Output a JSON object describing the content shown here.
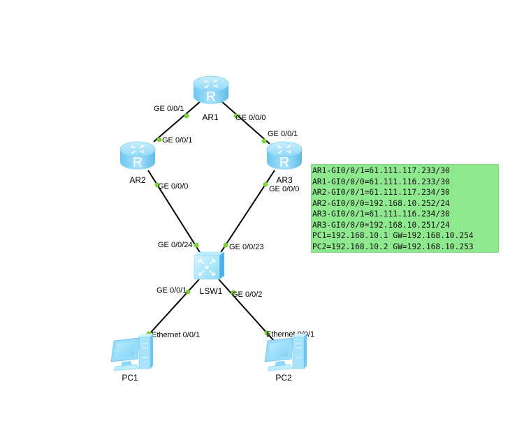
{
  "devices": [
    {
      "id": "AR1",
      "type": "router",
      "label": "AR1"
    },
    {
      "id": "AR2",
      "type": "router",
      "label": "AR2"
    },
    {
      "id": "AR3",
      "type": "router",
      "label": "AR3"
    },
    {
      "id": "LSW1",
      "type": "switch",
      "label": "LSW1"
    },
    {
      "id": "PC1",
      "type": "pc",
      "label": "PC1"
    },
    {
      "id": "PC2",
      "type": "pc",
      "label": "PC2"
    }
  ],
  "links": [
    {
      "from": "AR1",
      "from_port": "GE 0/0/1",
      "to": "AR2",
      "to_port": "GE 0/0/1"
    },
    {
      "from": "AR1",
      "from_port": "GE 0/0/0",
      "to": "AR3",
      "to_port": "GE 0/0/1"
    },
    {
      "from": "AR2",
      "from_port": "GE 0/0/0",
      "to": "LSW1",
      "to_port": "GE 0/0/24"
    },
    {
      "from": "AR3",
      "from_port": "GE 0/0/0",
      "to": "LSW1",
      "to_port": "GE 0/0/23"
    },
    {
      "from": "LSW1",
      "from_port": "GE 0/0/1",
      "to": "PC1",
      "to_port": "Ethernet 0/0/1"
    },
    {
      "from": "LSW1",
      "from_port": "GE 0/0/2",
      "to": "PC2",
      "to_port": "Ethernet 0/0/1"
    }
  ],
  "note": {
    "lines": [
      "AR1-GI0/0/1=61.111.117.233/30",
      "AR1-GI0/0/0=61.111.116.233/30",
      "AR2-GI0/0/1=61.111.117.234/30",
      "AR2-GI0/0/0=192.168.10.252/24",
      "AR3-GI0/0/1=61.111.116.234/30",
      "AR3-GI0/0/0=192.168.10.251/24",
      "PC1=192.168.10.1 GW=192.168.10.254",
      "PC2=192.168.10.2 GW=192.168.10.253"
    ]
  },
  "colors": {
    "link": "#000000",
    "port_dot": "#7ed23a",
    "note_bg": "#8ee88e",
    "device_blue": "#7fd0f5"
  }
}
